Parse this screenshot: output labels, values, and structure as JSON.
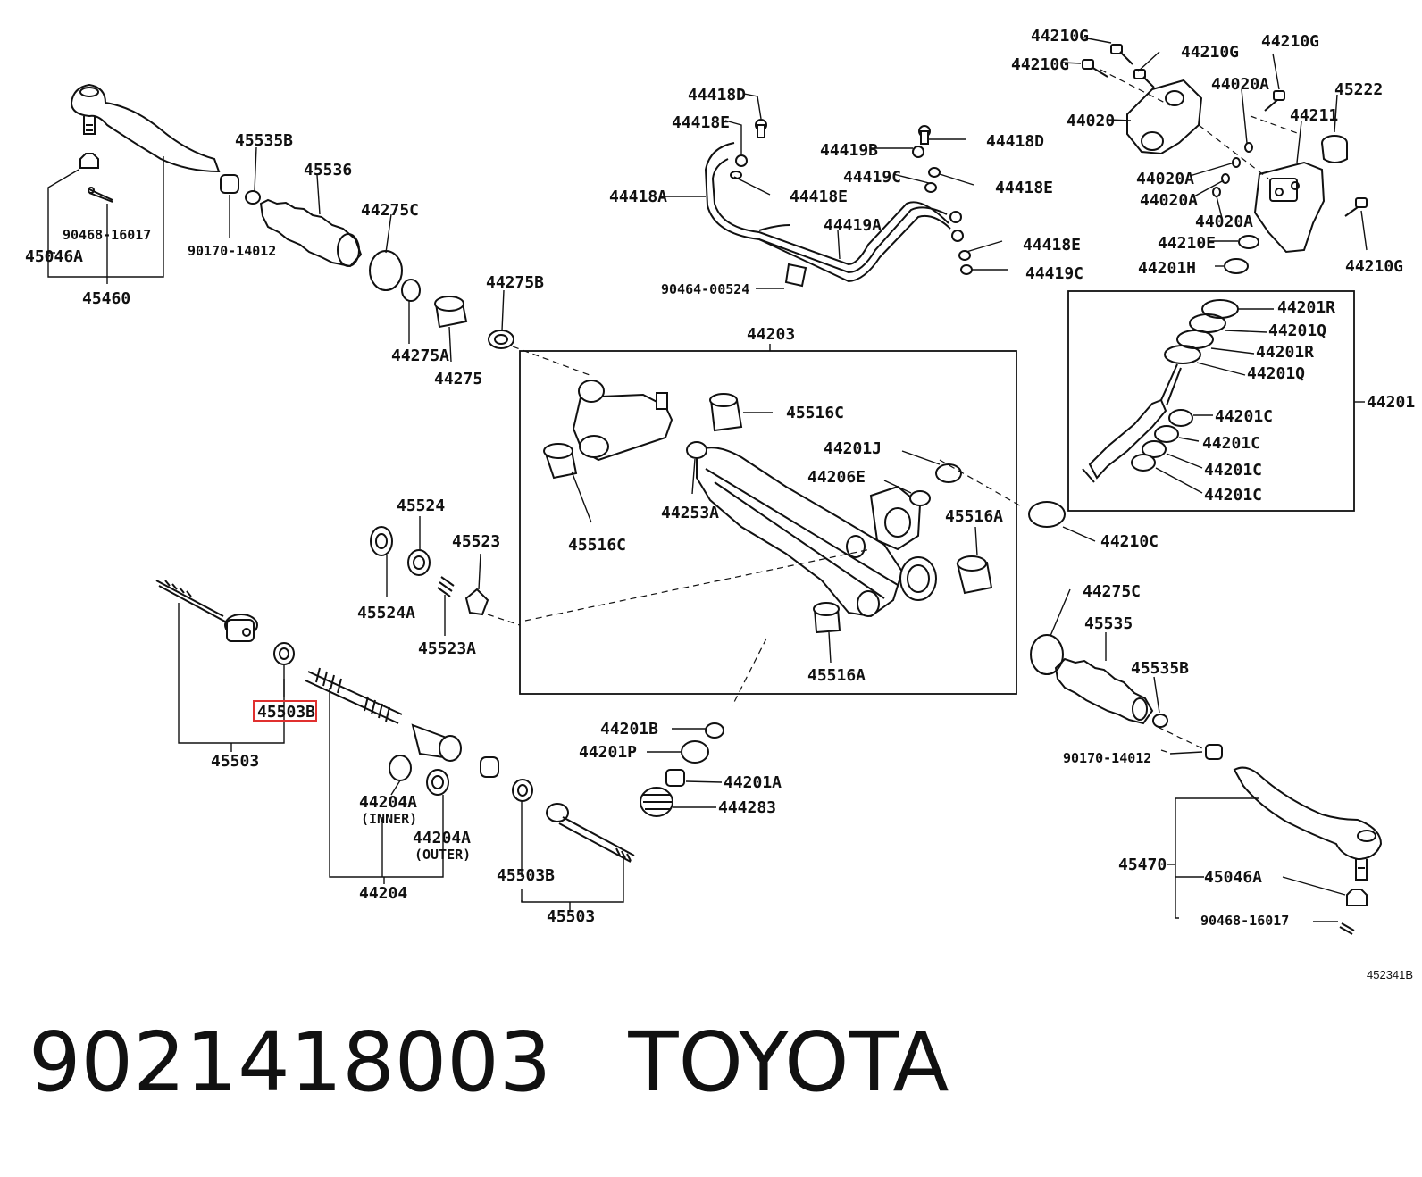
{
  "footer": {
    "part_number": "9021418003",
    "brand": "TOYOTA"
  },
  "drawing_code": "452341B",
  "highlight_color": "#e0302f",
  "highlighted_label": "45503B",
  "labels": {
    "l45535b_top": "45535B",
    "l45536": "45536",
    "l44275c_top": "44275C",
    "l90468_top": "90468-16017",
    "l90170_top": "90170-14012",
    "l45046a_top": "45046A",
    "l45460": "45460",
    "l44275a": "44275A",
    "l44275": "44275",
    "l44275b": "44275B",
    "l44418d_a": "44418D",
    "l44418e_a": "44418E",
    "l44418a": "44418A",
    "l44418e_b": "44418E",
    "l44419b": "44419B",
    "l44418d_b": "44418D",
    "l44419c_a": "44419C",
    "l44418e_c": "44418E",
    "l44419a": "44419A",
    "l44418e_d": "44418E",
    "l44419c_b": "44419C",
    "l90464": "90464-00524",
    "l44210g_a": "44210G",
    "l44210g_b": "44210G",
    "l44210g_c": "44210G",
    "l44210g_d": "44210G",
    "l44020a_a": "44020A",
    "l45222": "45222",
    "l44020": "44020",
    "l44211": "44211",
    "l44020a_b": "44020A",
    "l44020a_c": "44020A",
    "l44020a_d": "44020A",
    "l44210e": "44210E",
    "l44201h": "44201H",
    "l44210g_e": "44210G",
    "l44203": "44203",
    "l45516c_a": "45516C",
    "l44201j": "44201J",
    "l44206e": "44206E",
    "l45516c_b": "45516C",
    "l44253a": "44253A",
    "l45516a_a": "45516A",
    "l45516a_b": "45516A",
    "l44201r_a": "44201R",
    "l44201q_a": "44201Q",
    "l44201r_b": "44201R",
    "l44201q_b": "44201Q",
    "l44201": "44201",
    "l44201c_a": "44201C",
    "l44201c_b": "44201C",
    "l44201c_c": "44201C",
    "l44201c_d": "44201C",
    "l44210c": "44210C",
    "l45524": "45524",
    "l45523": "45523",
    "l45524a": "45524A",
    "l45523a": "45523A",
    "l45503_left": "45503",
    "l45503b_left": "45503B",
    "l44204a_inner": "44204A",
    "l_inner": "(INNER)",
    "l44204a_outer": "44204A",
    "l_outer": "(OUTER)",
    "l44204": "44204",
    "l45503b_mid": "45503B",
    "l45503_mid": "45503",
    "l44201b": "44201B",
    "l44201p": "44201P",
    "l44201a": "44201A",
    "l44283": "444283",
    "l44275c_right": "44275C",
    "l45535": "45535",
    "l45535b_right": "45535B",
    "l90170_right": "90170-14012",
    "l45470": "45470",
    "l45046a_right": "45046A",
    "l90468_right": "90468-16017"
  }
}
